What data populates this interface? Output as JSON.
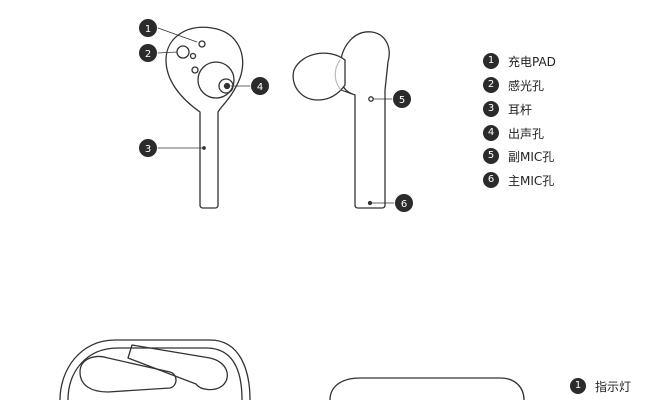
{
  "callout_numbers": [
    "1",
    "2",
    "3",
    "4",
    "5",
    "6"
  ],
  "legend_top": [
    {
      "num": "1",
      "label": "充电PAD"
    },
    {
      "num": "2",
      "label": "感光孔"
    },
    {
      "num": "3",
      "label": "耳杆"
    },
    {
      "num": "4",
      "label": "出声孔"
    },
    {
      "num": "5",
      "label": "副MIC孔"
    },
    {
      "num": "6",
      "label": "主MIC孔"
    }
  ],
  "legend_bottom": [
    {
      "num": "1",
      "label": "指示灯"
    }
  ],
  "colors": {
    "line": "#333333",
    "marker": "#2b2b2b",
    "marker_text": "#ffffff",
    "eartip_shade": "#bbbbbb"
  }
}
